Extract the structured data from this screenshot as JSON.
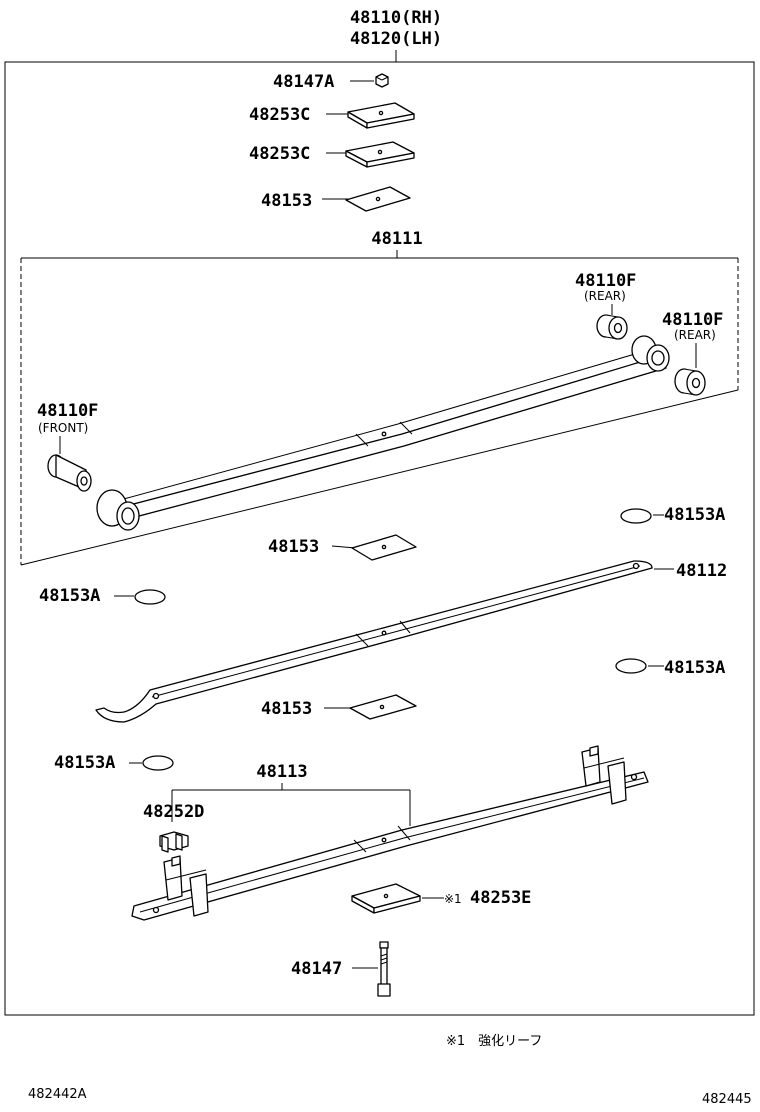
{
  "title": {
    "rh": "48110(RH)",
    "lh": "48120(LH)"
  },
  "parts": {
    "p48147A": "48147A",
    "p48253C_1": "48253C",
    "p48253C_2": "48253C",
    "p48153_top": "48153",
    "p48111": "48111",
    "p48110F_rear1": "48110F",
    "rear1": "(REAR)",
    "p48110F_rear2": "48110F",
    "rear2": "(REAR)",
    "p48110F_front": "48110F",
    "front": "(FRONT)",
    "p48153A_r1": "48153A",
    "p48153_mid": "48153",
    "p48112": "48112",
    "p48153A_l1": "48153A",
    "p48153A_r2": "48153A",
    "p48153_low": "48153",
    "p48153A_l2": "48153A",
    "p48113": "48113",
    "p48252D": "48252D",
    "p48253E_mark": "※1",
    "p48253E": "48253E",
    "p48147": "48147"
  },
  "footnote": "※1　強化リーフ",
  "codes": {
    "left": "482442A",
    "right": "482445"
  }
}
